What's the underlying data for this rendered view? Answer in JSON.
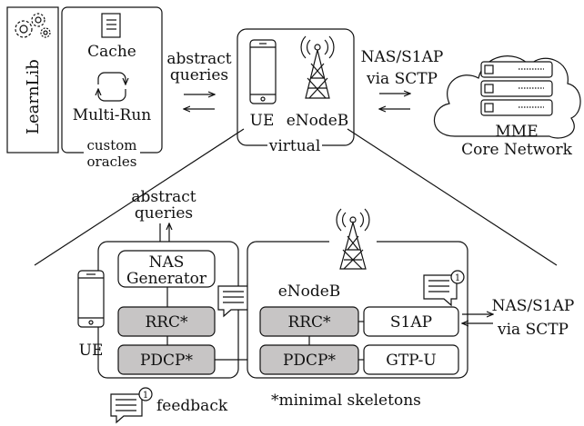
{
  "top": {
    "learnlib_label": "LearnLib",
    "cache_label": "Cache",
    "multirun_label": "Multi-Run",
    "custom_oracles_line1": "custom",
    "custom_oracles_line2": "oracles",
    "abstract_queries_line1": "abstract",
    "abstract_queries_line2": "queries",
    "ue_label": "UE",
    "enodeb_label": "eNodeB",
    "virtual_label": "virtual",
    "nas_s1ap_line1": "NAS/S1AP",
    "nas_s1ap_line2": "via SCTP",
    "mme_label": "MME",
    "core_network_label": "Core Network"
  },
  "bottom": {
    "abstract_queries_line1": "abstract",
    "abstract_queries_line2": "queries",
    "nas_generator_line1": "NAS",
    "nas_generator_line2": "Generator",
    "ue_rrc_label": "RRC*",
    "ue_pdcp_label": "PDCP*",
    "ue_label": "UE",
    "enodeb_label": "eNodeB",
    "enb_rrc_label": "RRC*",
    "enb_pdcp_label": "PDCP*",
    "s1ap_label": "S1AP",
    "gtpu_label": "GTP-U",
    "nas_s1ap_line1": "NAS/S1AP",
    "nas_s1ap_line2": "via SCTP",
    "feedback_label": "feedback",
    "minimal_skeletons_label": "*minimal skeletons",
    "feedback_badge": "1",
    "badge_ue_side": "1",
    "badge_enb_side": "1"
  }
}
